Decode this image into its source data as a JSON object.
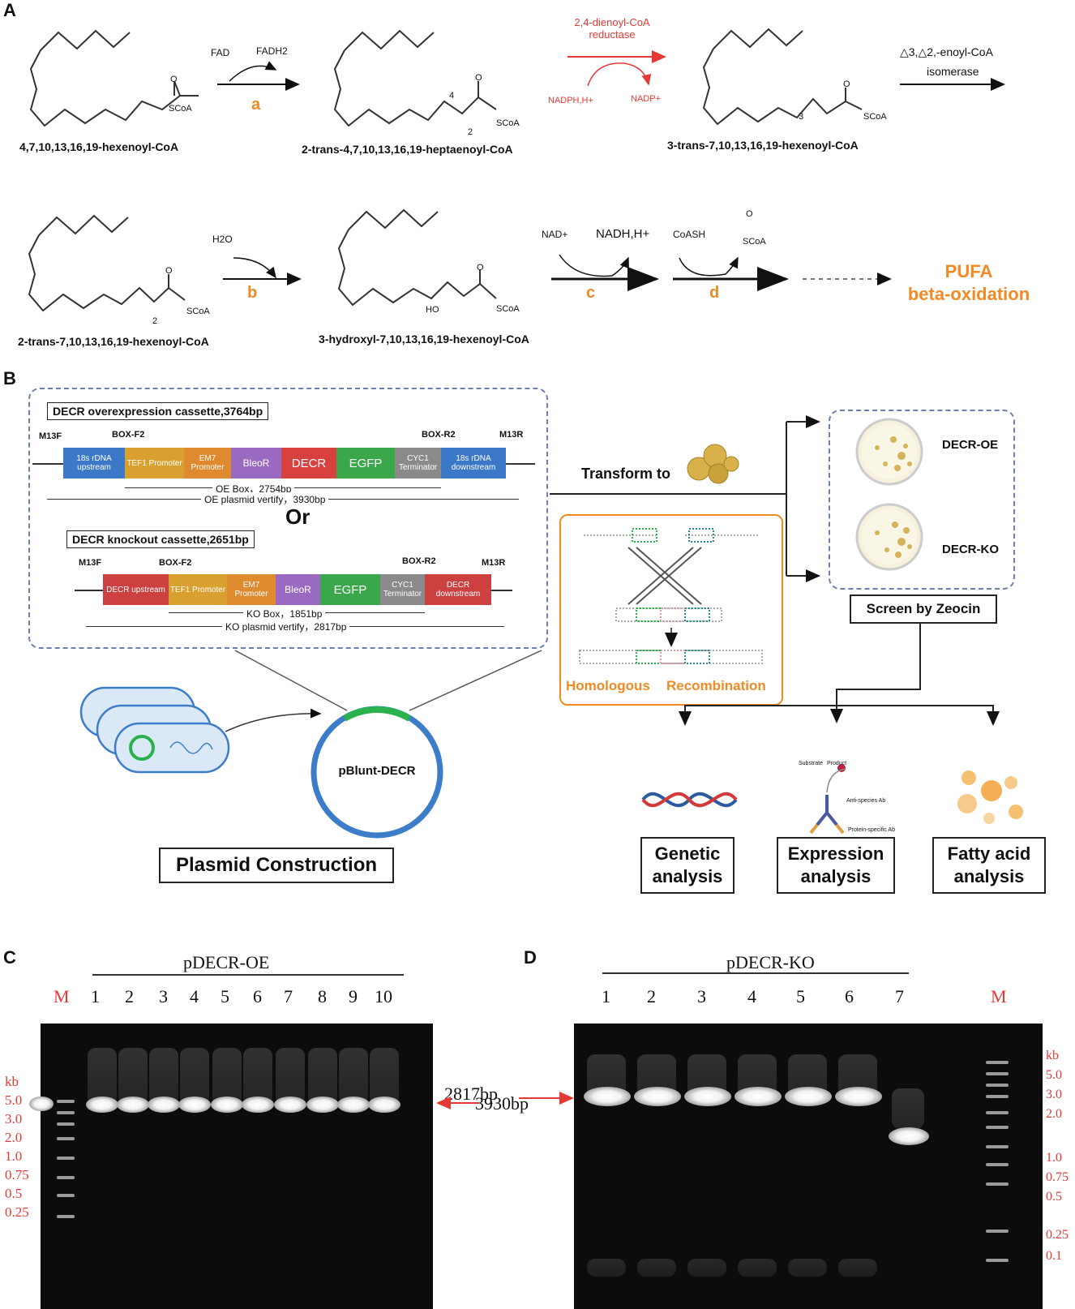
{
  "panels": {
    "a": "A",
    "b": "B",
    "c": "C",
    "d": "D"
  },
  "pathway": {
    "cmpd1": "4,7,10,13,16,19-hexenoyl-CoA",
    "cmpd2": "2-trans-4,7,10,13,16,19-heptaenoyl-CoA",
    "cmpd3": "3-trans-7,10,13,16,19-hexenoyl-CoA",
    "cmpd4": "2-trans-7,10,13,16,19-hexenoyl-CoA",
    "cmpd5": "3-hydroxyl-7,10,13,16,19-hexenoyl-CoA",
    "fad": "FAD",
    "fadh2": "FADH2",
    "step_a": "a",
    "step_b": "b",
    "step_c": "c",
    "step_d": "d",
    "enzyme_reductase": "2,4-dienoyl-CoA reductase",
    "nadph": "NADPH,H+",
    "nadp": "NADP+",
    "isomerase_line1": "△3,△2,-enoyl-CoA",
    "isomerase_line2": "isomerase",
    "h2o": "H2O",
    "nad": "NAD+",
    "nadh": "NADH,H+",
    "coash": "CoASH",
    "scoa": "SCoA",
    "ho": "HO",
    "o": "O",
    "n2": "2",
    "n3": "3",
    "n4": "4",
    "pufa1": "PUFA",
    "pufa2": "beta-oxidation"
  },
  "cassette_oe": {
    "title": "DECR overexpression cassette,3764bp",
    "m13f": "M13F",
    "m13r": "M13R",
    "boxf2": "BOX-F2",
    "boxr2": "BOX-R2",
    "segments": [
      "18s rDNA upstream",
      "TEF1 Promoter",
      "EM7 Promoter",
      "BleoR",
      "DECR",
      "EGFP",
      "CYC1 Terminator",
      "18s rDNA downstream"
    ],
    "box_len": "OE Box，2754bp",
    "plasmid_len": "OE plasmid vertify，3930bp"
  },
  "or_text": "Or",
  "cassette_ko": {
    "title": "DECR knockout cassette,2651bp",
    "m13f": "M13F",
    "m13r": "M13R",
    "boxf2": "BOX-F2",
    "boxr2": "BOX-R2",
    "segments": [
      "DECR upstream",
      "TEF1 Promoter",
      "EM7 Promoter",
      "BleoR",
      "EGFP",
      "CYC1 Terminator",
      "DECR downstream"
    ],
    "box_len": "KO Box，1851bp",
    "plasmid_len": "KO plasmid vertify，2817bp"
  },
  "workflow": {
    "transform": "Transform to",
    "homologous": "Homologous",
    "recombination": "Recombination",
    "oe": "DECR-OE",
    "ko": "DECR-KO",
    "screen": "Screen by Zeocin",
    "plasmid": "pBlunt-DECR",
    "plasmid_construction": "Plasmid Construction",
    "substrate": "Substrate",
    "product": "Product",
    "anti_species": "Anti-species Ab",
    "protein_specific": "Protein-specific Ab",
    "genetic": [
      "Genetic",
      "analysis"
    ],
    "expression": [
      "Expression",
      "analysis"
    ],
    "fatty": [
      "Fatty acid",
      "analysis"
    ]
  },
  "gel_c": {
    "title": "pDECR-OE",
    "marker": "M",
    "lanes": [
      "1",
      "2",
      "3",
      "4",
      "5",
      "6",
      "7",
      "8",
      "9",
      "10"
    ],
    "ladder": [
      "kb",
      "5.0",
      "3.0",
      "2.0",
      "1.0",
      "0.75",
      "0.5",
      "0.25"
    ],
    "size_2817": "2817bp",
    "size_3930": "3930bp"
  },
  "gel_d": {
    "title": "pDECR-KO",
    "marker": "M",
    "lanes": [
      "1",
      "2",
      "3",
      "4",
      "5",
      "6",
      "7"
    ],
    "ladder": [
      "kb",
      "5.0",
      "3.0",
      "2.0",
      "1.0",
      "0.75",
      "0.5",
      "0.25",
      "0.1"
    ]
  },
  "colors": {
    "rdna": "#3c78c8",
    "promoter": "#d9a030",
    "em7": "#e08a30",
    "bleo": "#9a6ac0",
    "decr": "#d94040",
    "egfp": "#3aa84a",
    "term": "#8a8a8a",
    "ko_flank": "#cc4040",
    "accent_orange": "#f08a24",
    "accent_red": "#e53935",
    "dash": "#6c7fb0"
  }
}
